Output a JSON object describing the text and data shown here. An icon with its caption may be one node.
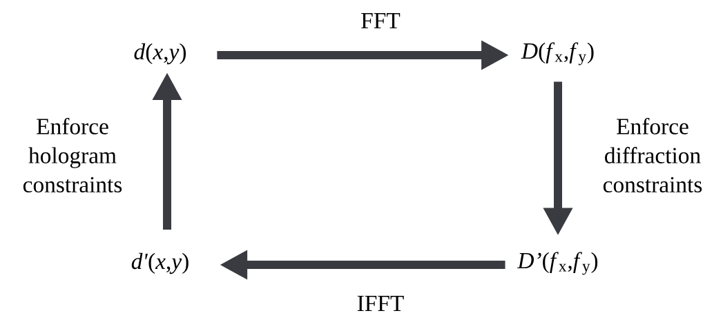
{
  "diagram": {
    "nodes": [
      {
        "text": [
          "*d*(*x*,*y*)"
        ]
      },
      {
        "text": [
          "*D*(*f*$_{x}$,*f*$_{y}$)"
        ]
      },
      {
        "text": [
          "*D’*(*f*$_{x}$,*f*$_{y}$)"
        ]
      },
      {
        "text": [
          "*d'*(*x*,*y*)"
        ]
      }
    ],
    "edges": [
      {
        "from": 0,
        "to": 1,
        "arrow": "to",
        "label": "FFT"
      },
      {
        "from": 1,
        "to": 2,
        "arrow": "to",
        "label": "Enforce diffraction constraints"
      },
      {
        "from": 2,
        "to": 3,
        "arrow": "to",
        "label": "IFFT"
      },
      {
        "from": 3,
        "to": 0,
        "arrow": "to",
        "label": "Enforce hologram constraints"
      }
    ]
  }
}
